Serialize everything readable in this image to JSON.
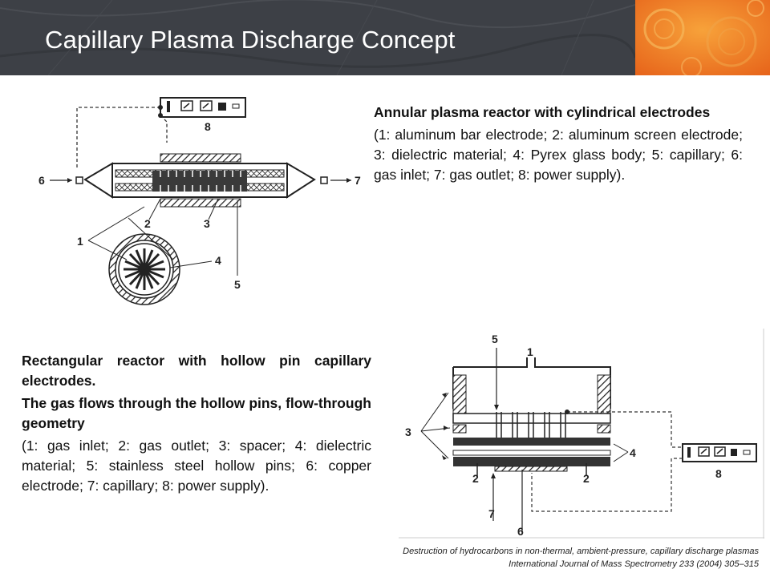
{
  "title": "Capillary Plasma Discharge Concept",
  "annular": {
    "heading": "Annular plasma reactor with cylindrical electrodes",
    "description": "(1: aluminum bar electrode; 2: aluminum screen electrode; 3: dielectric material; 4: Pyrex glass body; 5: capillary; 6: gas inlet; 7: gas outlet; 8: power supply).",
    "labels": [
      "1",
      "2",
      "3",
      "4",
      "5",
      "6",
      "7",
      "8"
    ]
  },
  "rectangular": {
    "heading": "Rectangular reactor with hollow pin capillary electrodes.",
    "subheading": "The gas flows through the hollow pins, flow-through geometry",
    "description": "(1: gas inlet; 2: gas outlet; 3: spacer; 4: dielectric material; 5: stainless steel hollow pins; 6: copper electrode; 7: capillary; 8: power supply).",
    "labels": [
      "1",
      "2",
      "2",
      "3",
      "4",
      "5",
      "6",
      "7",
      "8"
    ]
  },
  "citation": {
    "line1": "Destruction of hydrocarbons in non-thermal, ambient-pressure, capillary discharge plasmas",
    "line2": "International Journal of Mass Spectrometry 233 (2004) 305–315"
  }
}
